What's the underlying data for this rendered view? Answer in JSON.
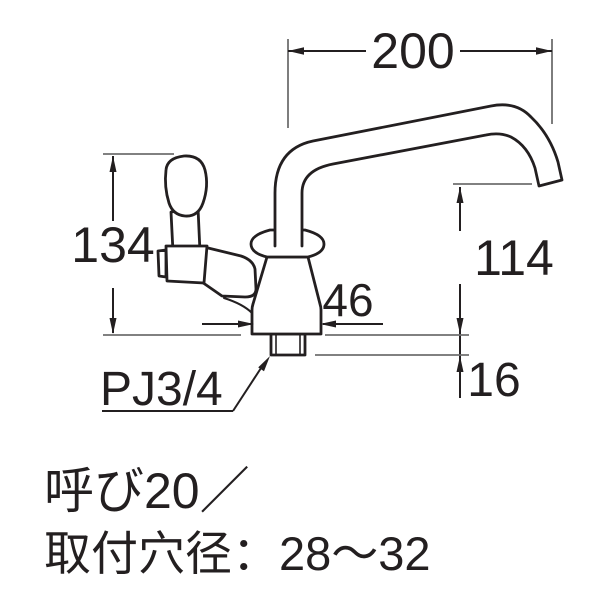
{
  "drawing": {
    "type": "faucet-dimension-diagram",
    "dimensions": {
      "spout_length": "200",
      "total_height": "134",
      "spout_height": "114",
      "base_width": "46",
      "thread_length": "16"
    },
    "labels": {
      "thread_type": "PJ3/4"
    },
    "notes": {
      "line1": "呼び20／",
      "line2": "取付穴径：28〜32"
    },
    "colors": {
      "object_line": "#231f20",
      "extension_line": "#6f6f6f",
      "background": "#ffffff"
    }
  }
}
